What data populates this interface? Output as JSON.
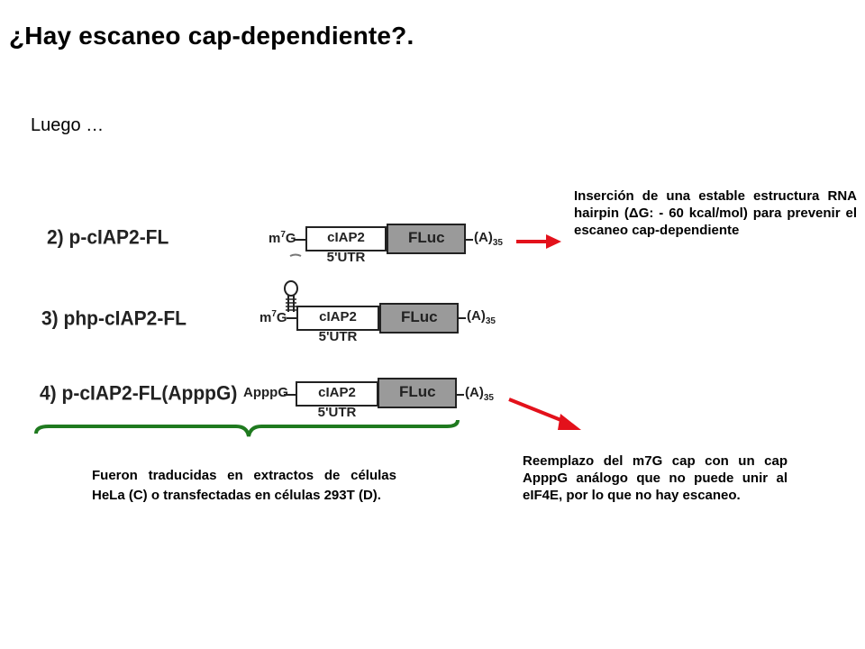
{
  "slide": {
    "title": "¿Hay escaneo cap-dependiente?.",
    "subtitle": "Luego …"
  },
  "constructs": [
    {
      "label": "2) p-cIAP2-FL",
      "cap": "m",
      "cap_sup": "7",
      "cap_tail": "G",
      "utr": "cIAP2 5'UTR",
      "orf": "FLuc",
      "polya": "(A)",
      "polya_sub": "35"
    },
    {
      "label": "3) php-cIAP2-FL",
      "cap": "m",
      "cap_sup": "7",
      "cap_tail": "G",
      "utr": "cIAP2 5'UTR",
      "orf": "FLuc",
      "polya": "(A)",
      "polya_sub": "35"
    },
    {
      "label": "4) p-cIAP2-FL(ApppG)",
      "cap": "ApppG",
      "utr": "cIAP2 5'UTR",
      "orf": "FLuc",
      "polya": "(A)",
      "polya_sub": "35"
    }
  ],
  "notes": {
    "hairpin": "Inserción de una estable estructura RNA hairpin (ΔG: - 60 kcal/mol) para prevenir el escaneo cap-dependiente",
    "apppg": "Reemplazo del m7G cap con un cap ApppG análogo que no puede unir al eIF4E, por lo que no hay escaneo.",
    "translation": "Fueron traducidas en extractos de células HeLa (C) o transfectadas en células 293T (D)."
  },
  "colors": {
    "arrow": "#e3111b",
    "brace": "#1f7a1f",
    "orf_fill": "#9a9a9a"
  }
}
